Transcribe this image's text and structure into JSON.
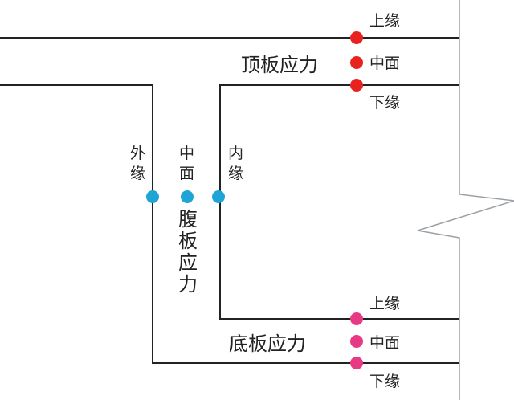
{
  "colors": {
    "top_point": "#e8231f",
    "web_point": "#1ea5d6",
    "bottom_point": "#e83a84",
    "line": "#222222",
    "break_line": "#9aa0a6"
  },
  "top_slab": {
    "title": "顶板应力",
    "upper_label": "上缘",
    "mid_label": "中面",
    "lower_label": "下缘"
  },
  "web": {
    "title_chars": [
      "腹",
      "板",
      "应",
      "力"
    ],
    "outer_label_chars": [
      "外",
      "缘"
    ],
    "mid_label_chars": [
      "中",
      "面"
    ],
    "inner_label_chars": [
      "内",
      "缘"
    ]
  },
  "bottom_slab": {
    "title": "底板应力",
    "upper_label": "上缘",
    "mid_label": "中面",
    "lower_label": "下缘"
  }
}
